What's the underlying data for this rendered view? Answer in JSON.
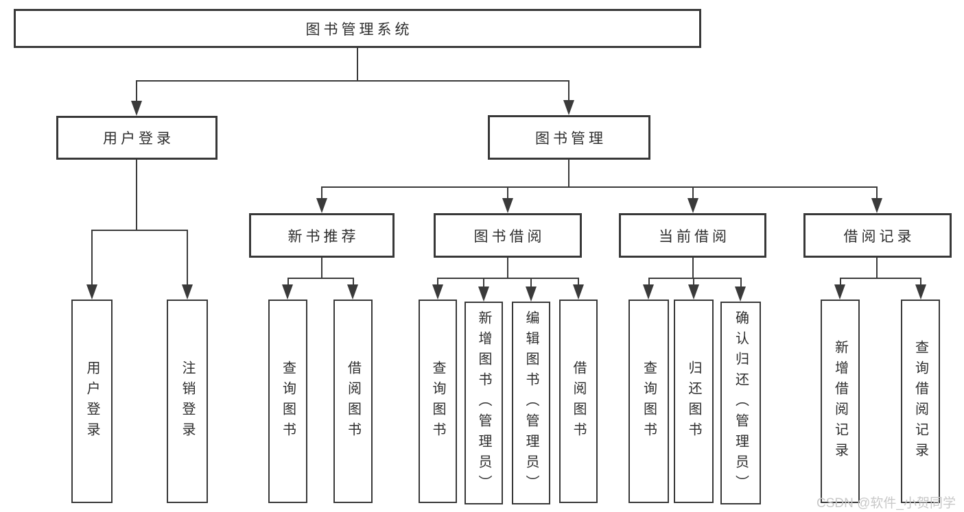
{
  "tree": {
    "root": {
      "label": "图书管理系统"
    },
    "user_login": {
      "label": "用户登录",
      "children": [
        "用户登录",
        "注销登录"
      ]
    },
    "book_management": {
      "label": "图书管理",
      "sections": {
        "new_book": {
          "label": "新书推荐",
          "children": [
            "查询图书",
            "借阅图书"
          ]
        },
        "borrow": {
          "label": "图书借阅",
          "children": [
            "查询图书",
            "新增图书（管理员）",
            "编辑图书（管理员）",
            "借阅图书"
          ]
        },
        "current": {
          "label": "当前借阅",
          "children": [
            "查询图书",
            "归还图书",
            "确认归还（管理员）"
          ]
        },
        "records": {
          "label": "借阅记录",
          "children": [
            "新增借阅记录",
            "查询借阅记录"
          ]
        }
      }
    }
  },
  "watermark": {
    "text": "CSDN @软件_小贺同学",
    "color": "#c8c8c8"
  },
  "colors": {
    "line": "#3a3a3a",
    "box_border": "#383838",
    "box_fill": "#ffffff",
    "text": "#2d2d2d",
    "background": "#ffffff"
  }
}
